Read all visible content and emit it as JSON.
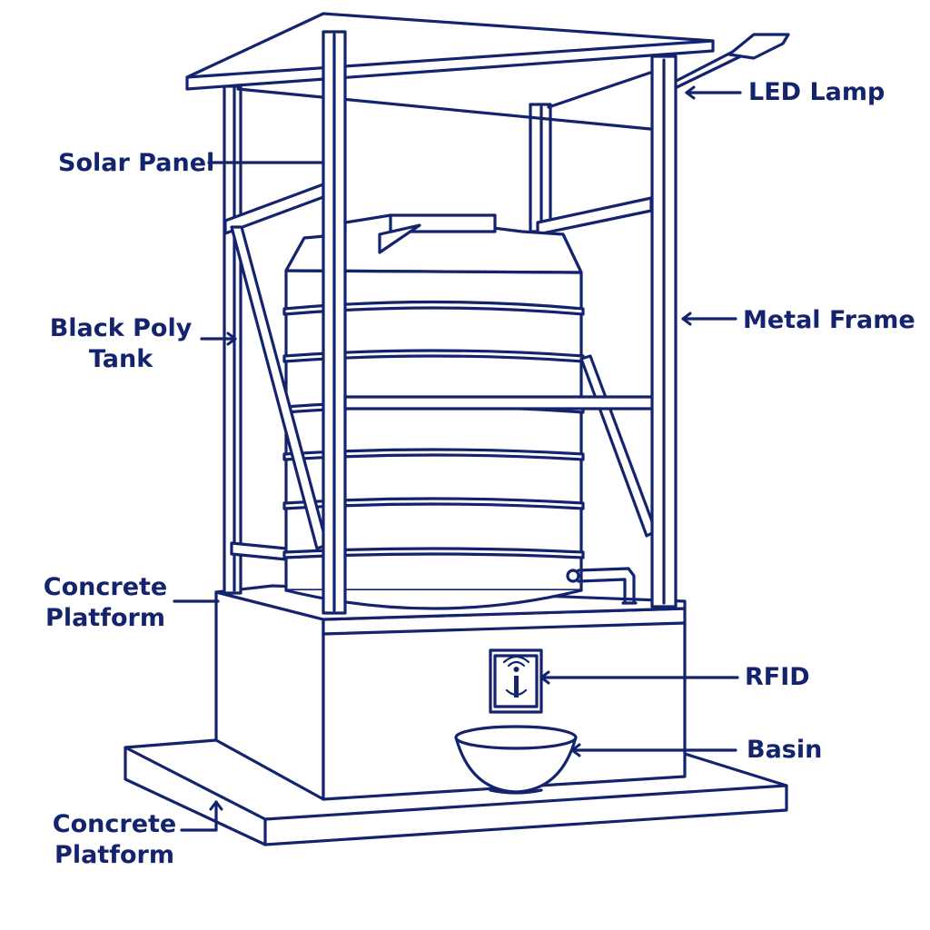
{
  "diagram": {
    "colors": {
      "ink": "#14236e",
      "background": "#ffffff"
    },
    "labels": {
      "led_lamp": "LED Lamp",
      "solar_panel": "Solar Panel",
      "metal_frame": "Metal Frame",
      "tank_line1": "Black Poly",
      "tank_line2": "Tank",
      "platform_upper_line1": "Concrete",
      "platform_upper_line2": "Platform",
      "rfid": "RFID",
      "basin": "Basin",
      "platform_lower_line1": "Concrete",
      "platform_lower_line2": "Platform"
    },
    "icons": {
      "rfid_reader": "rfid-reader-icon"
    }
  }
}
